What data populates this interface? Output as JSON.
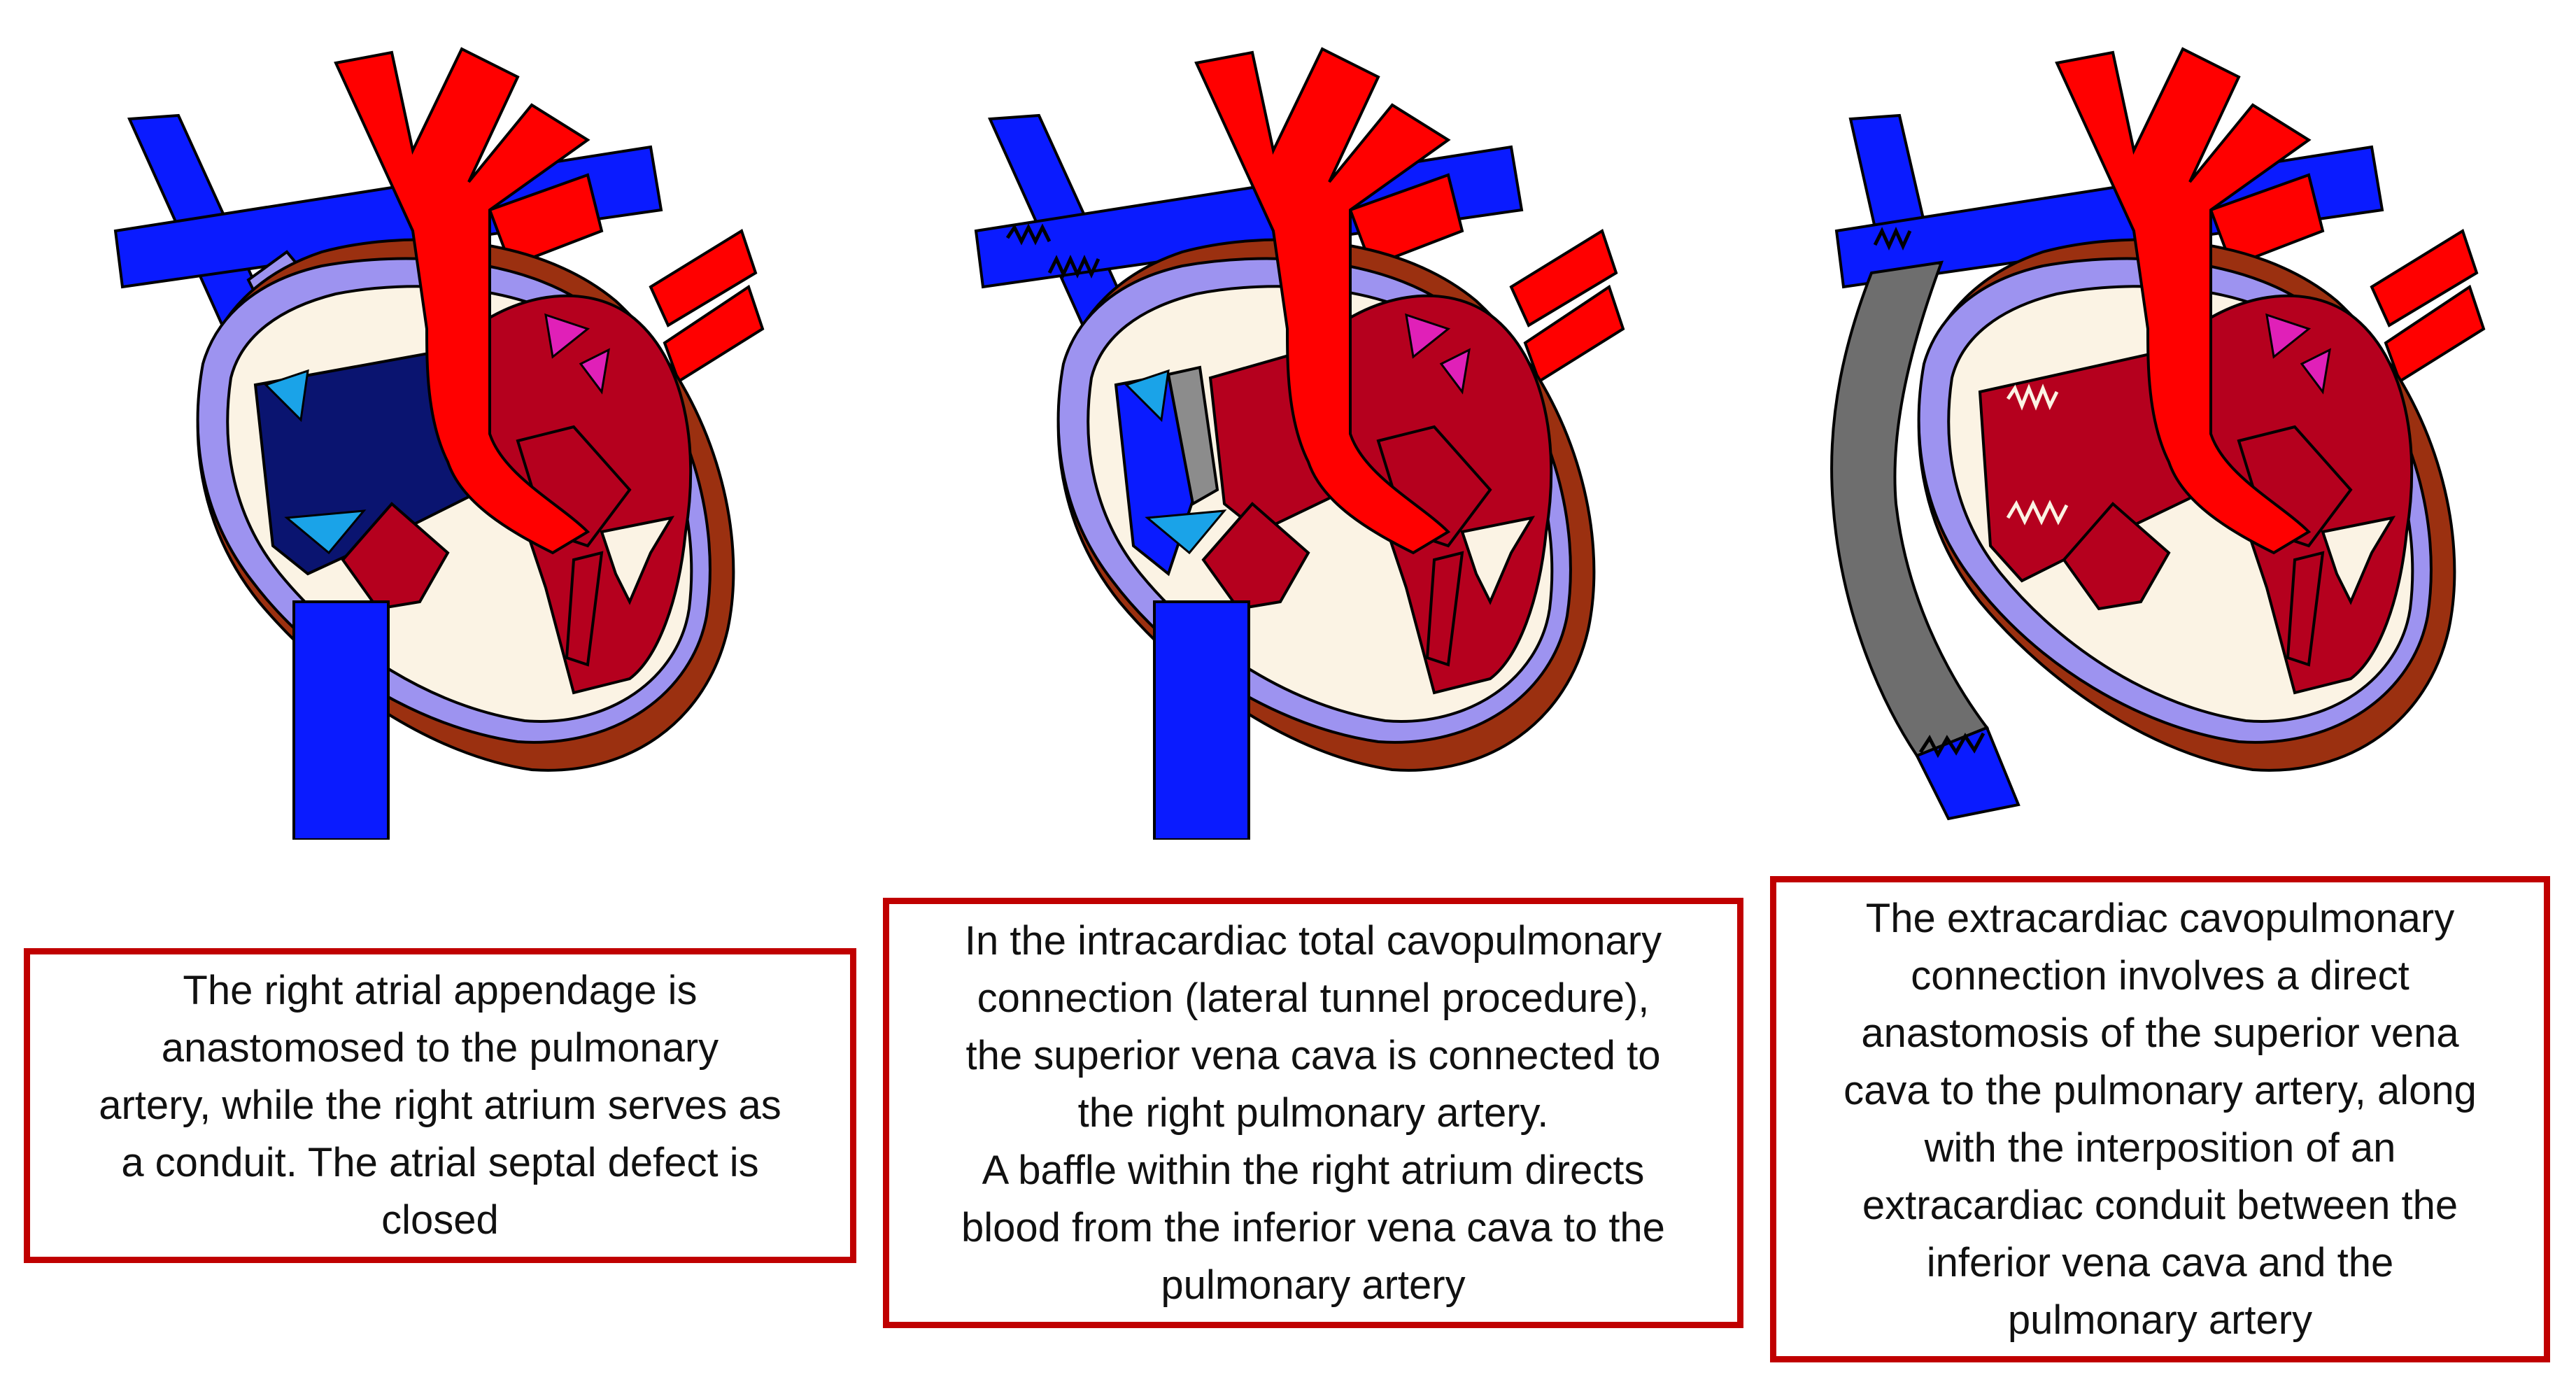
{
  "colors": {
    "vein_blue": "#0a1bff",
    "artery_red": "#ff0000",
    "atrium_lavender": "#9d93f0",
    "myocardium_red": "#b5001e",
    "cavity_cream": "#fbf3e4",
    "epicardium_brown": "#9b3010",
    "right_atrium_navy": "#0a1470",
    "valve_cyan": "#1aa3e8",
    "valve_magenta": "#e020b8",
    "conduit_gray": "#6e6e6e",
    "caption_border": "#c00000"
  },
  "panels": [
    {
      "variant": "atriopulmonary",
      "caption": "The right atrial appendage is\nanastomosed to the pulmonary\nartery, while the right atrium serves as\na conduit. The atrial septal defect is\nclosed"
    },
    {
      "variant": "lateral-tunnel",
      "caption": "In the intracardiac total cavopulmonary\nconnection (lateral tunnel procedure),\nthe superior vena cava is connected to\nthe right pulmonary artery.\nA baffle within the right atrium directs\nblood from the inferior vena cava to the\npulmonary artery"
    },
    {
      "variant": "extracardiac",
      "caption": "The extracardiac cavopulmonary\nconnection involves a direct\nanastomosis of the superior vena\ncava to the pulmonary artery, along\nwith the interposition of an\nextracardiac conduit between the\ninferior vena cava and the\npulmonary artery"
    }
  ]
}
